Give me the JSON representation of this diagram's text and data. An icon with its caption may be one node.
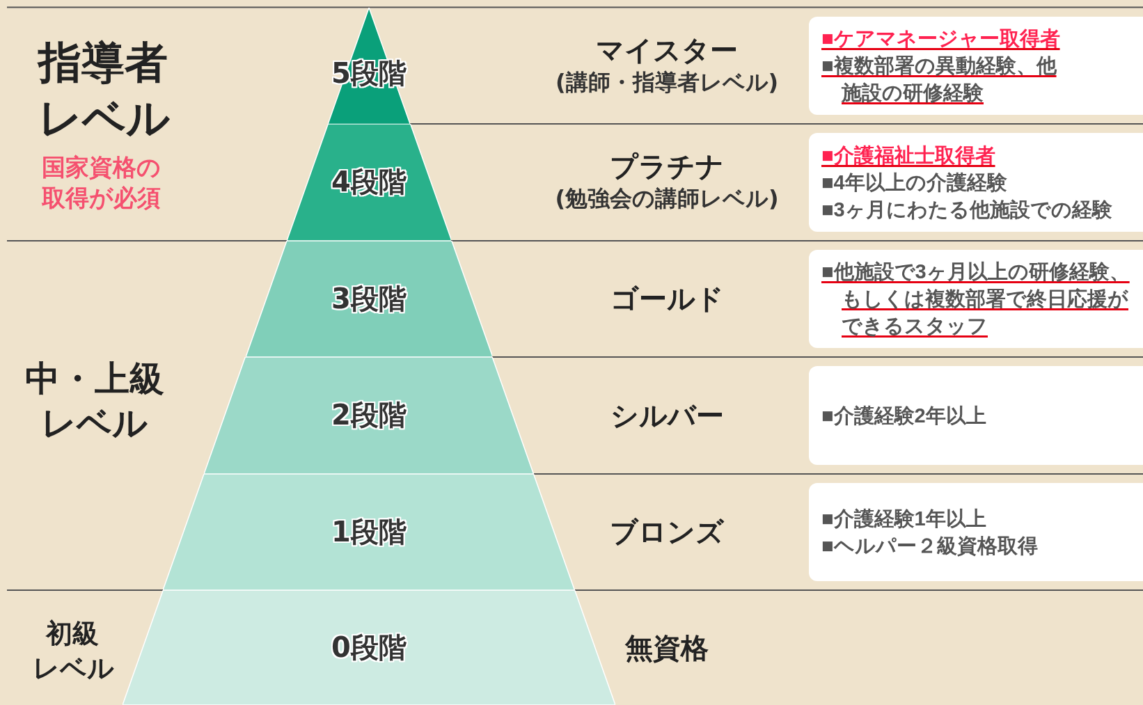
{
  "diagram": {
    "nodes": [
      {
        "text": [
          "5段階"
        ]
      },
      {
        "text": [
          "4段階"
        ]
      },
      {
        "text": [
          "3段階"
        ]
      },
      {
        "text": [
          "2段階"
        ]
      },
      {
        "text": [
          "1段階"
        ]
      },
      {
        "text": [
          "0段階"
        ]
      },
      {
        "text": [
          "■ケアマネージャー取得者",
          "■複数部署の異動経験、他施設の研修経験"
        ]
      },
      {
        "text": [
          "■介護福祉士取得者",
          "■4年以上の介護経験",
          "■3ヶ月にわたる他施設での経験"
        ]
      },
      {
        "text": [
          "■他施設で3ヶ月以上の研修経験、もしくは複数部署で終日応援ができるスタッフ"
        ]
      },
      {
        "text": [
          "■介護経験2年以上"
        ]
      },
      {
        "text": [
          "■介護経験1年以上",
          "■ヘルパー２級資格取得"
        ]
      }
    ],
    "edges": [],
    "labels": [
      "指導者レベル",
      "国家資格の取得が必須",
      "マイスター",
      "(講師・指導者レベル)",
      "プラチナ",
      "(勉強会の講師レベル)",
      "ゴールド",
      "中・上級レベル",
      "シルバー",
      "ブロンズ",
      "初級レベル",
      "無資格"
    ]
  }
}
